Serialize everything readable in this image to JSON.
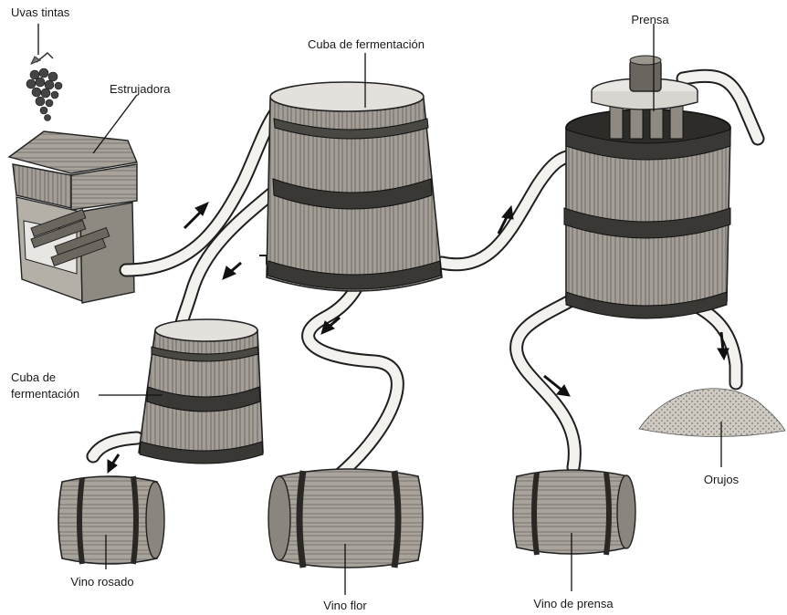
{
  "labels": {
    "uvas_tintas": "Uvas tintas",
    "estrujadora": "Estrujadora",
    "cuba_fermentacion_top": "Cuba de fermentación",
    "prensa": "Prensa",
    "cuba_fermentacion_small_line1": "Cuba de",
    "cuba_fermentacion_small_line2": "fermentación",
    "orujos": "Orujos",
    "vino_rosado": "Vino rosado",
    "vino_flor": "Vino flor",
    "vino_de_prensa": "Vino de prensa"
  }
}
